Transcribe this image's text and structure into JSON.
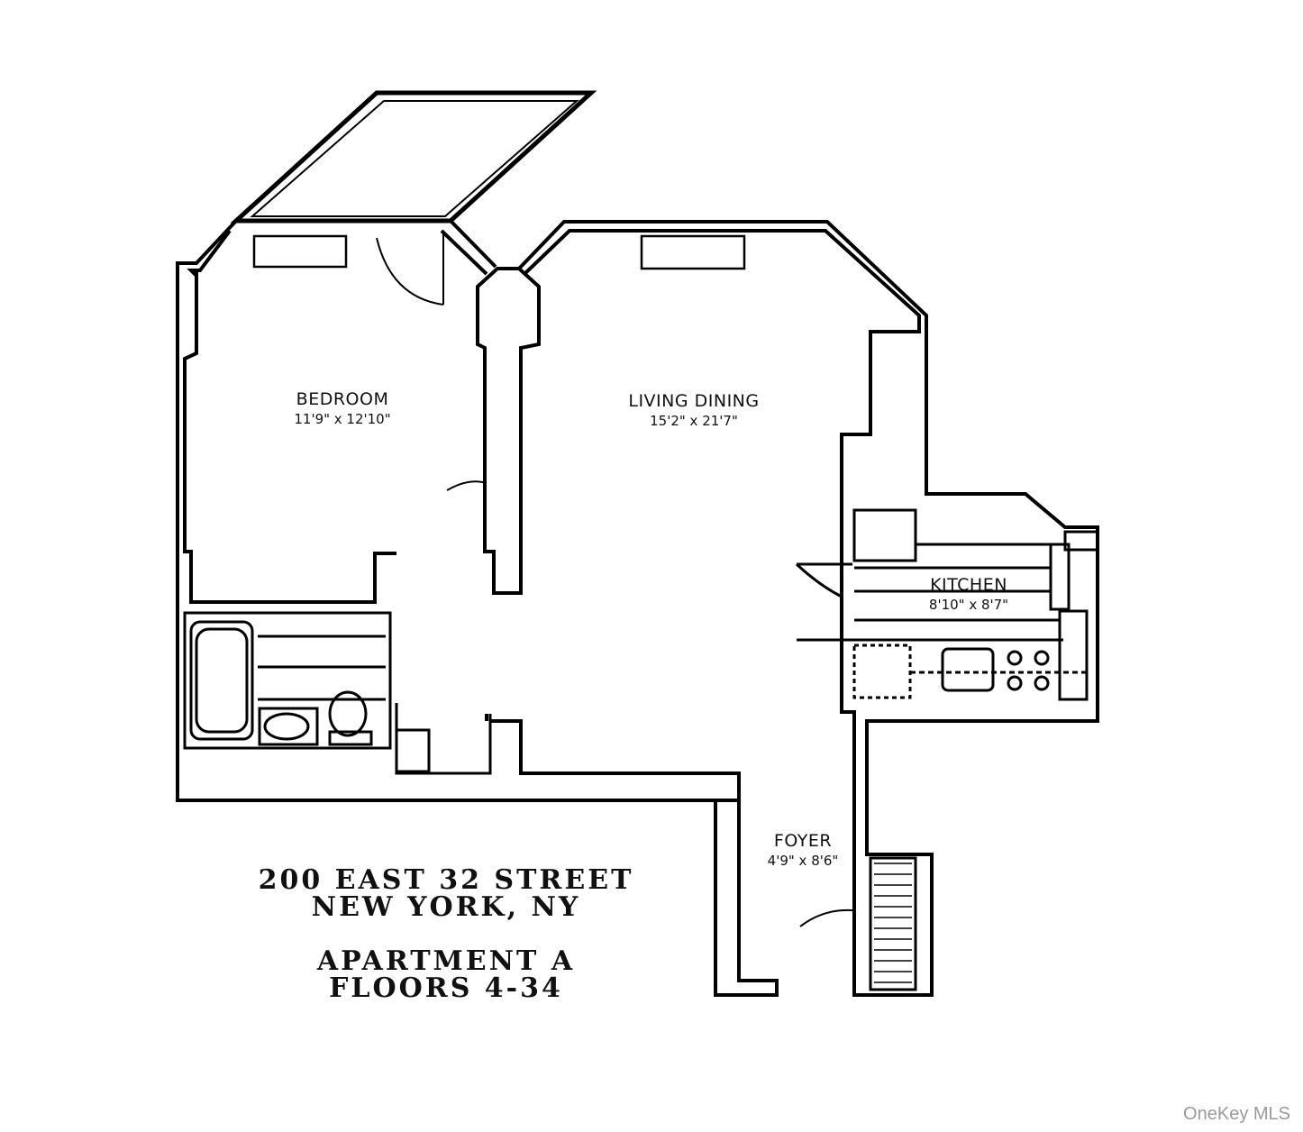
{
  "rooms": {
    "bedroom": {
      "name": "BEDROOM",
      "size": "11'9\" x 12'10\""
    },
    "living_dining": {
      "name": "LIVING DINING",
      "size": "15'2\" x 21'7\""
    },
    "kitchen": {
      "name": "KITCHEN",
      "size": "8'10\" x 8'7\""
    },
    "foyer": {
      "name": "FOYER",
      "size": "4'9\" x 8'6\""
    }
  },
  "title_block": {
    "address_line1": "200 EAST 32 STREET",
    "address_line2": "NEW YORK, NY",
    "unit_line1": "APARTMENT A",
    "unit_line2": "FLOORS 4-34"
  },
  "credit": "OneKey MLS"
}
